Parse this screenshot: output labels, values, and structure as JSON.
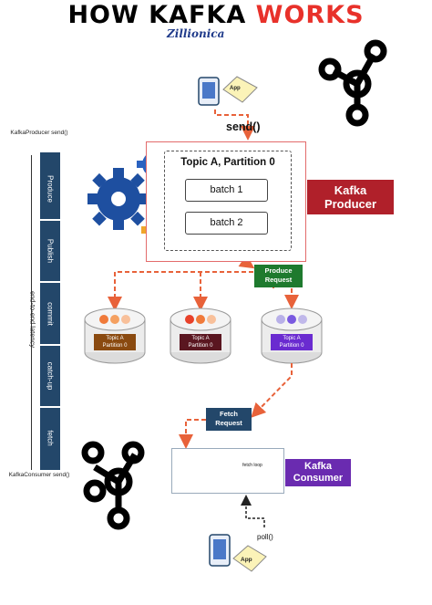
{
  "title": {
    "part1": "HOW KAFKA ",
    "part2": "WORKS"
  },
  "brand": "Zillionica",
  "left_axis": {
    "top_label": "KafkaProducer send()",
    "bottom_label": "KafkaConsumer send()",
    "latency_label": "end-to-end latency"
  },
  "stages": [
    "Produce",
    "Publish",
    "commit",
    "catch-up",
    "fetch"
  ],
  "producer": {
    "partition_title": "Topic A, Partition 0",
    "batches": [
      "batch 1",
      "batch 2"
    ],
    "label": "Kafka Producer",
    "send_label": "send()"
  },
  "produce_request_label": "Produce Request",
  "brokers": [
    {
      "topic": "Topic A",
      "partition": "Partition 0",
      "color": "#8a4a10"
    },
    {
      "topic": "Topic A",
      "partition": "Partition 0",
      "color": "#5a1620"
    },
    {
      "topic": "Topic A",
      "partition": "Partition 0",
      "color": "#6a2bd0"
    }
  ],
  "fetch_request_label": "Fetch Request",
  "consumer": {
    "label": "Kafka Consumer",
    "fetch_loop": "fetch loop"
  },
  "poll_label": "poll()",
  "app_labels": [
    "App",
    "App"
  ],
  "colors": {
    "title_red": "#e8312a",
    "arrow_orange": "#e8623a",
    "producer_red": "#b0202a",
    "produce_green": "#1e7a2e",
    "navy": "#23476a",
    "consumer_purple": "#6a2bb0"
  },
  "icons": [
    "kafka-logo-icon",
    "gear-icon",
    "phone-icon",
    "sync-arrows-icon",
    "loop-icon"
  ]
}
